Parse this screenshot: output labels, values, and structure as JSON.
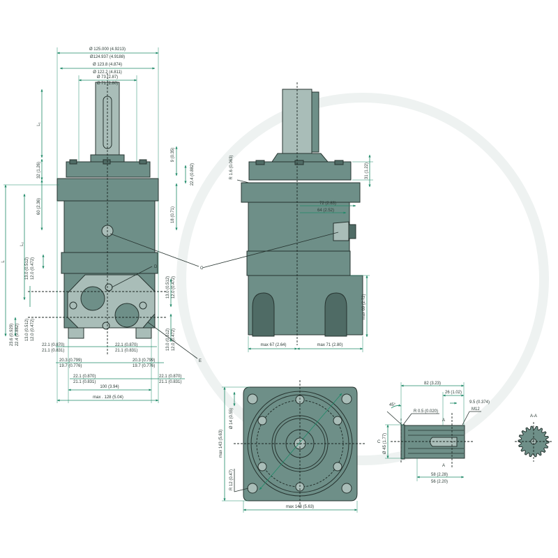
{
  "colors": {
    "body": "#6e8f88",
    "dimension": "#1e8a68",
    "outline": "#26332f"
  },
  "front_view": {
    "dia_outer_max": "Ø 125.000 (4.9213)",
    "dia_outer_min": "Ø124.937 (4.9188)",
    "dia_mid_max": "Ø 123.8 (4.874)",
    "dia_mid_min": "Ø 122.2 (4.811)",
    "dia_inner_max": "Ø 73 (2.87)",
    "dia_inner_min": "Ø 71 (2.80)",
    "l1": "L₁",
    "l2": "L₂",
    "l": "L",
    "h32": "32 (1.26)",
    "h9": "9 (0.35)",
    "h22": "22.4 (0.882)",
    "h18": "18 (0.71)",
    "h60": "60 (2.36)",
    "p13a": "13.0 (0.512)",
    "p12a": "12.0 (0.472)",
    "p13b": "13.0 (0.512)",
    "p12b": "12.0 (0.472)",
    "p23": "23.6 (0.929)",
    "p22": "22.4 (0.882)",
    "r13a": "13.0 (0.512)",
    "r12a": "12.0 (0.472)",
    "r13b": "13.0 (0.512)",
    "r12b": "12.0 (0.472)",
    "w22a_max": "22.1 (0.870)",
    "w22a_min": "21.1 (0.831)",
    "w22b_max": "22.1 (0.870)",
    "w22b_min": "21.1 (0.831)",
    "w20a_max": "20.3 (0.799)",
    "w20a_min": "19.7 (0.776)",
    "w20b_max": "20.3 (0.799)",
    "w20b_min": "19.7 (0.776)",
    "w22c_max": "22.1 (0.870)",
    "w22c_min": "21.1 (0.831)",
    "w22d_max": "22.1 (0.870)",
    "w22d_min": "21.1 (0.831)",
    "w100": "100 (3.94)",
    "w128": "max . 128 (5.04)",
    "label_c": "C",
    "label_d": "D",
    "label_e": "E"
  },
  "side_view": {
    "r16": "R 1.6 (0.063)",
    "h31": "31 (1.22)",
    "d72": "72 (2.83)",
    "d64": "64 (2.52)",
    "h69": "max 69 (2.72)",
    "w67": "max 67 (2.64)",
    "w71": "max 71 (2.80)"
  },
  "flange_view": {
    "h143": "max 143 (5.63)",
    "w143": "max 143 (5.63)",
    "d14": "Ø 14 (0.55)",
    "r12": "R 12 (0.47)"
  },
  "shaft_detail": {
    "l82": "82 (3.23)",
    "l26": "26 (1.02)",
    "l95": "9.5 (0.374)",
    "thread": "M12",
    "r05": "R 0.5 (0.020)",
    "angle": "45°",
    "dia45": "Ø 45 (1.77)",
    "label_c": "C",
    "section_a": "A",
    "l58": "58 (2.28)",
    "l56": "56 (2.20)"
  },
  "section": {
    "title": "A-A"
  }
}
